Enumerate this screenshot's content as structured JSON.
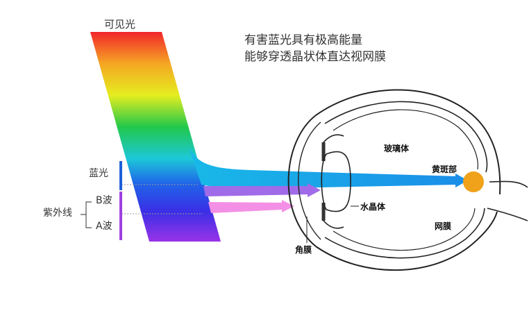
{
  "labels": {
    "visible_light": "可见光",
    "headline": [
      "有害蓝光具有极高能量",
      "能够穿透晶状体直达视网膜"
    ],
    "blue_light": "蓝光",
    "uv": "紫外线",
    "uvb": "B波",
    "uva": "A波",
    "vitreous": "玻璃体",
    "macula": "黄斑部",
    "lens": "水晶体",
    "retina": "网膜",
    "cornea": "角膜"
  },
  "colors": {
    "blue_beam": "#1aa7ec",
    "uvb_beam": "#9b59e8",
    "uva_beam": "#f28be6",
    "macula": "#f0a21a",
    "blue_bar": "#1e5fd8",
    "uv_bar": "#a040e0"
  }
}
